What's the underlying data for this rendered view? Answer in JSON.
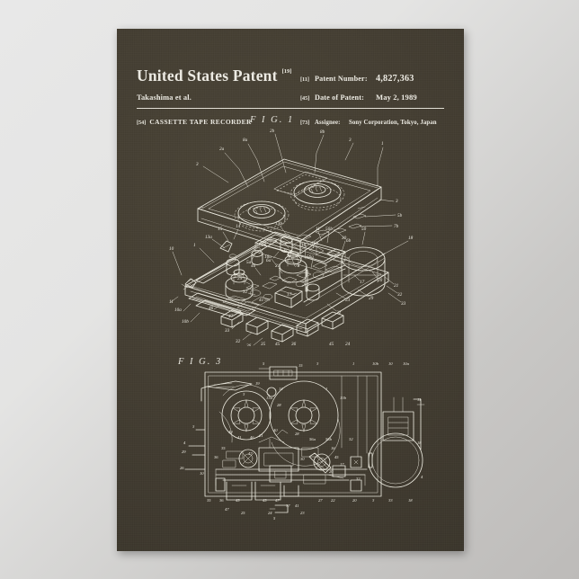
{
  "poster": {
    "background_color": "#443e32",
    "ink_color": "#e9e7df",
    "surface_color": "#e4e4e3"
  },
  "header": {
    "title": "United States Patent",
    "title_ref": "[19]",
    "inventor": "Takashima et al.",
    "number_ref": "[11]",
    "number_label": "Patent Number:",
    "number_value": "4,827,363",
    "date_ref": "[45]",
    "date_label": "Date of Patent:",
    "date_value": "May 2, 1989",
    "subject_ref": "[54]",
    "subject_title": "CASSETTE TAPE RECORDER",
    "assignee_ref": "[73]",
    "assignee_label": "Assignee:",
    "assignee_value": "Sony Corporation, Tokyo, Japan"
  },
  "figures": [
    {
      "caption": "F I G.  1",
      "description": "Exploded isometric view of a cassette tape and the recorder chassis mechanism beneath it",
      "reference_numerals": [
        "1",
        "2a",
        "2b",
        "3",
        "5a",
        "5b",
        "6a",
        "7a",
        "7b",
        "8a",
        "8b",
        "10",
        "10a",
        "10b",
        "11",
        "13a",
        "13b",
        "14",
        "15",
        "16a",
        "16b",
        "17",
        "18",
        "19",
        "20",
        "21",
        "22",
        "23",
        "24",
        "25",
        "26",
        "28",
        "29",
        "30",
        "32",
        "33",
        "35",
        "36",
        "40",
        "41",
        "45",
        "46",
        "47",
        "50",
        "56a",
        "56b"
      ]
    },
    {
      "caption": "F I G.  3",
      "description": "Plan view of the cassette tape recorder mechanism chassis",
      "reference_numerals": [
        "1",
        "3",
        "4",
        "5",
        "10",
        "10a",
        "10b",
        "11",
        "13a",
        "13b",
        "14",
        "15",
        "16",
        "17",
        "18",
        "19",
        "20",
        "21",
        "22",
        "23",
        "24",
        "25",
        "26",
        "27",
        "28",
        "29",
        "30",
        "32",
        "33",
        "35",
        "36",
        "37",
        "40",
        "41",
        "45",
        "46",
        "47",
        "50",
        "56a",
        "56b"
      ]
    }
  ]
}
